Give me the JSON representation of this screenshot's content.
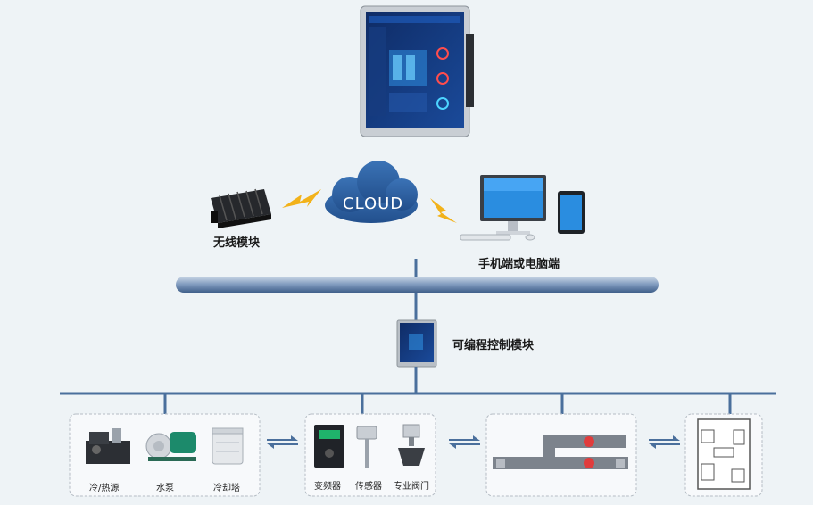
{
  "cloud": {
    "label": "CLOUD"
  },
  "wireless_module": {
    "label": "无线模块"
  },
  "client": {
    "label": "手机端或电脑端"
  },
  "plc": {
    "label": "可编程控制模块"
  },
  "group1": {
    "items": [
      "冷/热源",
      "水泵",
      "冷却塔"
    ]
  },
  "group2": {
    "items": [
      "变频器",
      "传感器",
      "专业阀门"
    ]
  },
  "colors": {
    "cloud": "#2a5f9e",
    "bus": "#4a6f9c",
    "lightning": "#f2b21a"
  }
}
